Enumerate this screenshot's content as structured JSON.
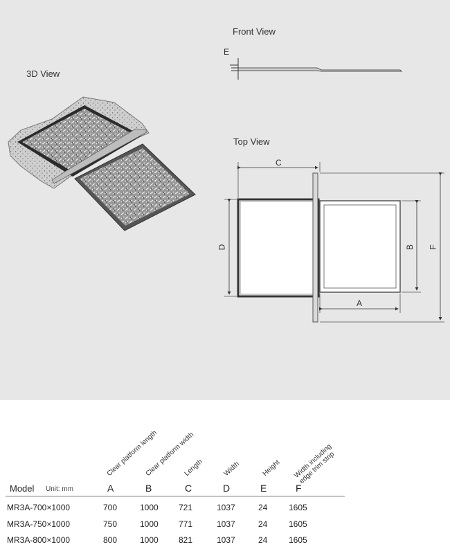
{
  "views": {
    "front": "Front View",
    "three_d": "3D View",
    "top": "Top View"
  },
  "dims": {
    "A": "A",
    "B": "B",
    "C": "C",
    "D": "D",
    "E": "E",
    "F": "F"
  },
  "table": {
    "model_header": "Model",
    "unit": "Unit: mm",
    "columns": [
      {
        "letter": "A",
        "desc": "Clear platform length"
      },
      {
        "letter": "B",
        "desc": "Clear platform width"
      },
      {
        "letter": "C",
        "desc": "Length"
      },
      {
        "letter": "D",
        "desc": "Width"
      },
      {
        "letter": "E",
        "desc": "Height"
      },
      {
        "letter": "F",
        "desc": "Width including edge trim strip"
      }
    ],
    "rows": [
      {
        "model": "MR3A-700×1000",
        "values": [
          "700",
          "1000",
          "721",
          "1037",
          "24",
          "1605"
        ]
      },
      {
        "model": "MR3A-750×1000",
        "values": [
          "750",
          "1000",
          "771",
          "1037",
          "24",
          "1605"
        ]
      },
      {
        "model": "MR3A-800×1000",
        "values": [
          "800",
          "1000",
          "821",
          "1037",
          "24",
          "1605"
        ]
      }
    ]
  }
}
